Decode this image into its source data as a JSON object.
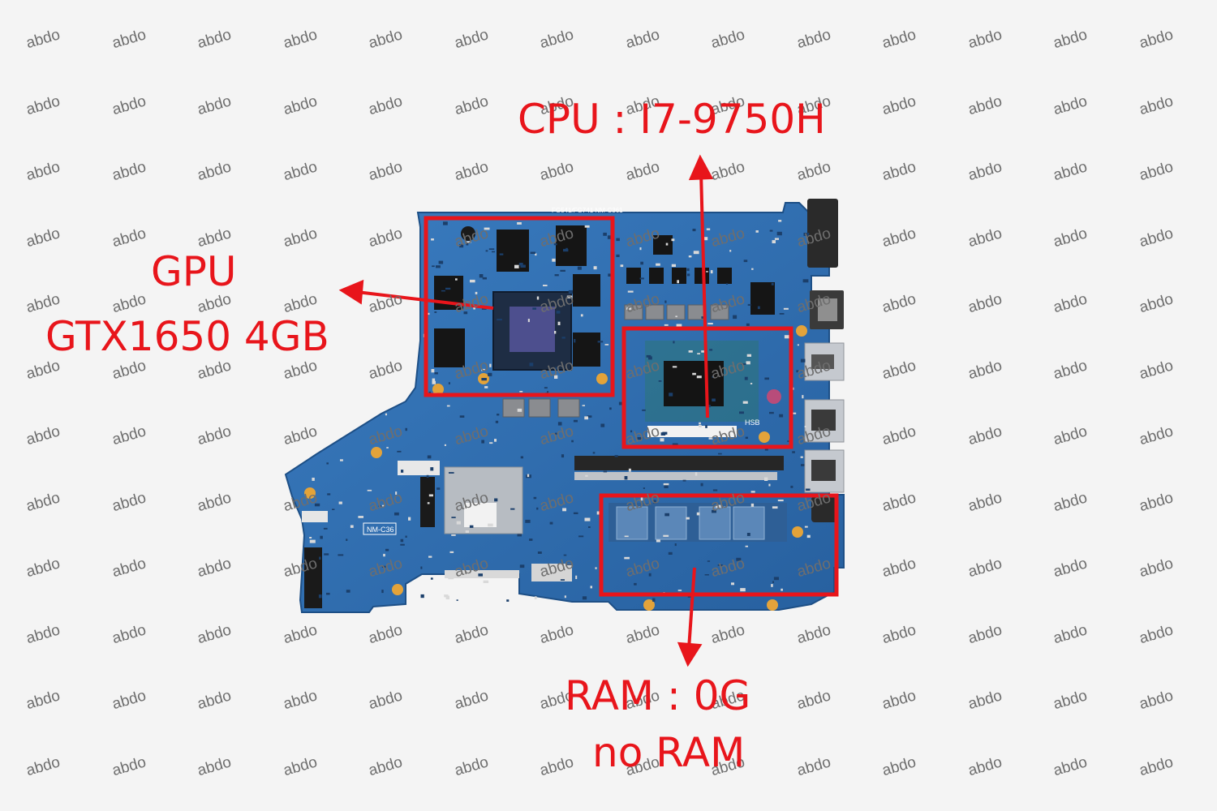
{
  "colors": {
    "board": "#2f6fb3",
    "highlight": "#e8151b",
    "background": "#f4f4f4"
  },
  "watermark": {
    "text": "abdo"
  },
  "annotations": {
    "cpu": "CPU :  I7-9750H",
    "gpu_title": "GPU",
    "gpu_value": "GTX1650  4GB",
    "ram": "RAM  :  0G",
    "ram_note": "no RAM"
  },
  "board": {
    "header_silk": "FG541/FG741  NM-C361",
    "model_silk": "NM-C36",
    "cpu_silk": "HSB"
  }
}
